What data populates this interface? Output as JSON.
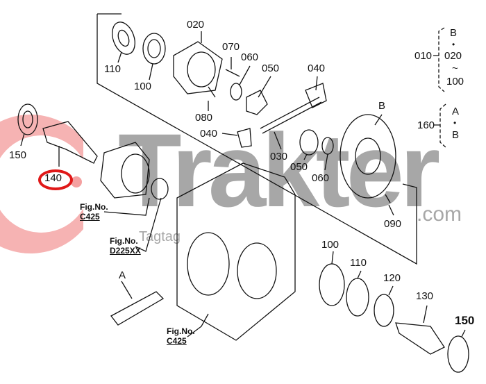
{
  "watermark": {
    "brand": "Trakter",
    "domain": ".com",
    "tagline": "Tagtag"
  },
  "highlight_color": "#e01818",
  "callouts": {
    "c110_top": "110",
    "c100_top": "100",
    "c020": "020",
    "c070": "070",
    "c060_top": "060",
    "c050_top": "050",
    "c040_top": "040",
    "cB_gear": "B",
    "c080": "080",
    "c040_mid": "040",
    "c030": "030",
    "c050_mid": "050",
    "c060_mid": "060",
    "c090": "090",
    "c150_left": "150",
    "c140": "140",
    "cA_shaft": "A",
    "c100_bot": "100",
    "c110_bot": "110",
    "c120": "120",
    "c130": "130",
    "c150_right": "150"
  },
  "fig_refs": [
    {
      "label": "Fig.No.",
      "code": "C425"
    },
    {
      "label": "Fig.No.",
      "code": "D225XX"
    },
    {
      "label": "Fig.No.",
      "code": "C425"
    }
  ],
  "assemblies": {
    "a010": {
      "id": "010",
      "top": "B",
      "dot": "•",
      "from": "020",
      "tilde": "~",
      "to": "100"
    },
    "a160": {
      "id": "160",
      "top": "A",
      "dot": "•",
      "bottom": "B"
    }
  }
}
